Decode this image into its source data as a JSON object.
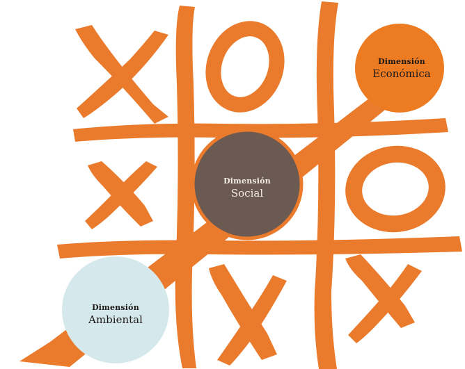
{
  "colors": {
    "board_orange": "#ea7a2c",
    "economica_fill": "#ec7b22",
    "social_fill": "#6b5a52",
    "ambiental_fill": "#d5e8ec",
    "dark_text": "#1e1a18",
    "light_text": "#f3ece6"
  },
  "board": {
    "grid": "3x3 tic-tac-toe",
    "cells": [
      [
        "X",
        "O",
        ""
      ],
      [
        "X",
        "",
        "O"
      ],
      [
        "",
        "X",
        "X"
      ]
    ]
  },
  "dimensions": {
    "economica": {
      "title": "Dimensión",
      "name": "Económica"
    },
    "social": {
      "title": "Dimensión",
      "name": "Social"
    },
    "ambiental": {
      "title": "Dimensión",
      "name": "Ambiental"
    }
  }
}
